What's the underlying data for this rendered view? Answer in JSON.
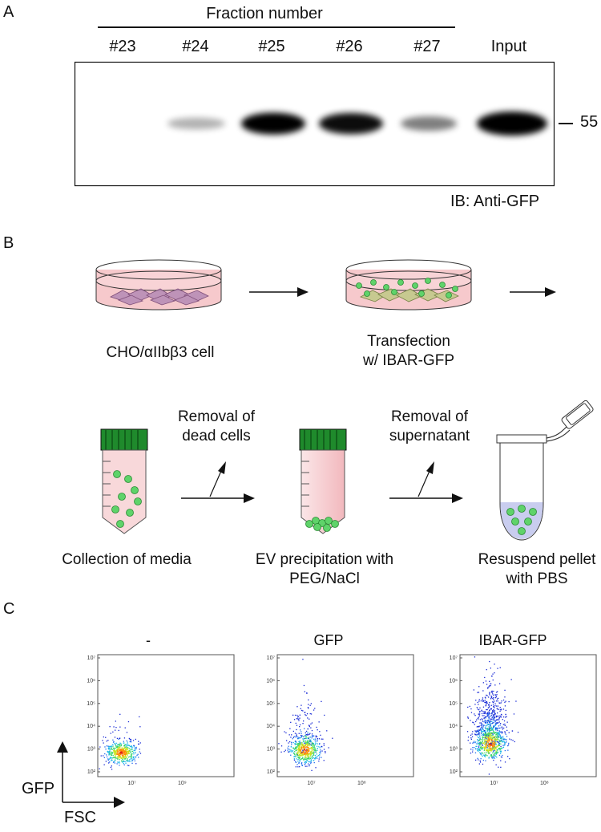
{
  "panel_a": {
    "label": "A",
    "header": "Fraction number",
    "lanes": [
      "#23",
      "#24",
      "#25",
      "#26",
      "#27",
      "Input"
    ],
    "band_intensity": [
      0.0,
      0.15,
      0.85,
      0.8,
      0.35,
      1.0
    ],
    "marker": "55",
    "antibody": "IB: Anti-GFP"
  },
  "panel_b": {
    "label": "B",
    "step1": "CHO/αIIbβ3 cell",
    "step2_line1": "Transfection",
    "step2_line2": "w/ IBAR-GFP",
    "step3": "Collection of media",
    "removal1_line1": "Removal of",
    "removal1_line2": "dead cells",
    "step4_line1": "EV precipitation with",
    "step4_line2": "PEG/NaCl",
    "removal2_line1": "Removal of",
    "removal2_line2": "supernatant",
    "step5_line1": "Resuspend pellet",
    "step5_line2": "with PBS"
  },
  "panel_c": {
    "label": "C",
    "plots": [
      {
        "title": "-",
        "ticks_y": [
          "10⁷",
          "10⁶",
          "10⁵",
          "10⁴",
          "10³",
          "10²"
        ],
        "ticks_x": [
          "10⁷",
          "10⁹"
        ]
      },
      {
        "title": "GFP",
        "ticks_y": [
          "10⁷",
          "10⁶",
          "10⁵",
          "10⁴",
          "10³",
          "10²"
        ],
        "ticks_x": [
          "10⁷",
          "10⁸"
        ]
      },
      {
        "title": "IBAR-GFP",
        "ticks_y": [
          "10⁷",
          "10⁶",
          "10⁵",
          "10⁴",
          "10³",
          "10²"
        ],
        "ticks_x": [
          "10⁷",
          "10⁸"
        ]
      }
    ],
    "y_axis_label": "GFP",
    "x_axis_label": "FSC"
  }
}
